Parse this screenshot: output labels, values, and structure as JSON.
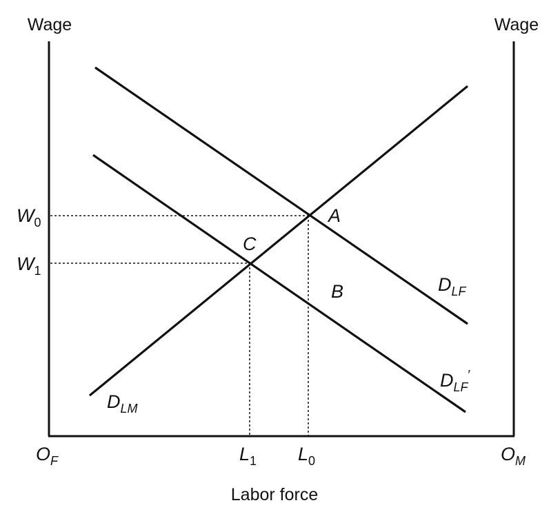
{
  "axes": {
    "left_axis_title": "Wage",
    "right_axis_title": "Wage",
    "x_axis_title": "Labor force",
    "origin_left": {
      "main": "O",
      "sub": "F"
    },
    "origin_right": {
      "main": "O",
      "sub": "M"
    }
  },
  "wage_levels": [
    {
      "main": "W",
      "sub": "0"
    },
    {
      "main": "W",
      "sub": "1"
    }
  ],
  "quantity_levels": [
    {
      "main": "L",
      "sub": "1"
    },
    {
      "main": "L",
      "sub": "0"
    }
  ],
  "points": {
    "a": "A",
    "b": "B",
    "c": "C"
  },
  "curves": {
    "d_lf": {
      "main": "D",
      "sub": "LF"
    },
    "d_lf_prime": {
      "main": "D",
      "sub": "LF",
      "prime": "′"
    },
    "d_lm": {
      "main": "D",
      "sub": "LM"
    }
  }
}
